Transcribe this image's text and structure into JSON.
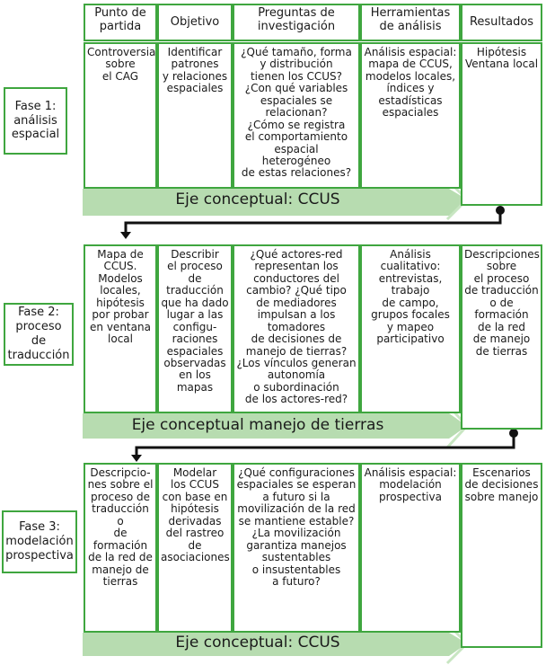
{
  "headers": [
    "Punto de\npartida",
    "Objetivo",
    "Preguntas de\ninvestigación",
    "Herramientas\nde análisis",
    "Resultados"
  ],
  "phases": [
    {
      "label": "Fase 1:\nanálisis\nespacial",
      "cells": [
        "Controversia\nsobre\nel CAG",
        "Identificar\npatrones\ny relaciones\nespaciales",
        "¿Qué tamaño, forma\ny distribución\ntienen los CCUS?\n¿Con qué variables\nespaciales se\nrelacionan?\n¿Cómo se registra\nel comportamiento\nespacial\nheterogéneo\nde estas relaciones?",
        "Análisis espacial:\nmapa de CCUS,\nmodelos locales,\níndices y\nestadísticas\nespaciales",
        "Hipótesis\nVentana local"
      ],
      "axis": "Eje conceptual: CCUS"
    },
    {
      "label": "Fase 2:\nproceso de\ntraducción",
      "cells": [
        "Mapa de\nCCUS.\nModelos\nlocales,\nhipótesis\npor probar\nen ventana\nlocal",
        "Describir\nel proceso\nde\ntraducción\nque ha dado\nlugar a las\nconfigu-\nraciones\nespaciales\nobservadas\nen los mapas",
        "¿Qué actores-red\nrepresentan los\nconductores del\ncambio? ¿Qué tipo\nde mediadores\nimpulsan a los\ntomadores\nde decisiones de\nmanejo de tierras?\n¿Los vínculos generan\nautonomía\no subordinación\nde los actores-red?",
        "Análisis\ncualitativo:\nentrevistas,\ntrabajo\nde campo,\ngrupos focales\ny mapeo\nparticipativo",
        "Descripciones\nsobre\nel proceso\nde traducción\no de\nformación\nde la red\nde manejo\nde tierras"
      ],
      "axis": "Eje conceptual manejo de tierras"
    },
    {
      "label": "Fase 3:\nmodelación\nprospectiva",
      "cells": [
        "Descripcio-\nnes sobre el\nproceso de\ntraducción o\nde formación\nde la red de\nmanejo de\ntierras",
        "Modelar\nlos CCUS\ncon base en\nhipótesis\nderivadas\ndel rastreo\nde\nasociaciones",
        "¿Qué configuraciones\nespaciales se esperan\na futuro si la\nmovilización de la red\nse mantiene estable?\n¿La movilización\ngarantiza manejos\nsustentables\no insustentables\na futuro?",
        "Análisis espacial:\nmodelación\nprospectiva",
        "Escenarios\nde decisiones\nsobre manejo"
      ],
      "axis": "Eje conceptual: CCUS"
    }
  ],
  "colors": {
    "border": "#3fa63f",
    "arrow_fill": "#b7dcb0",
    "arrow_edge": "#c8e6c2",
    "connector": "#111111"
  }
}
